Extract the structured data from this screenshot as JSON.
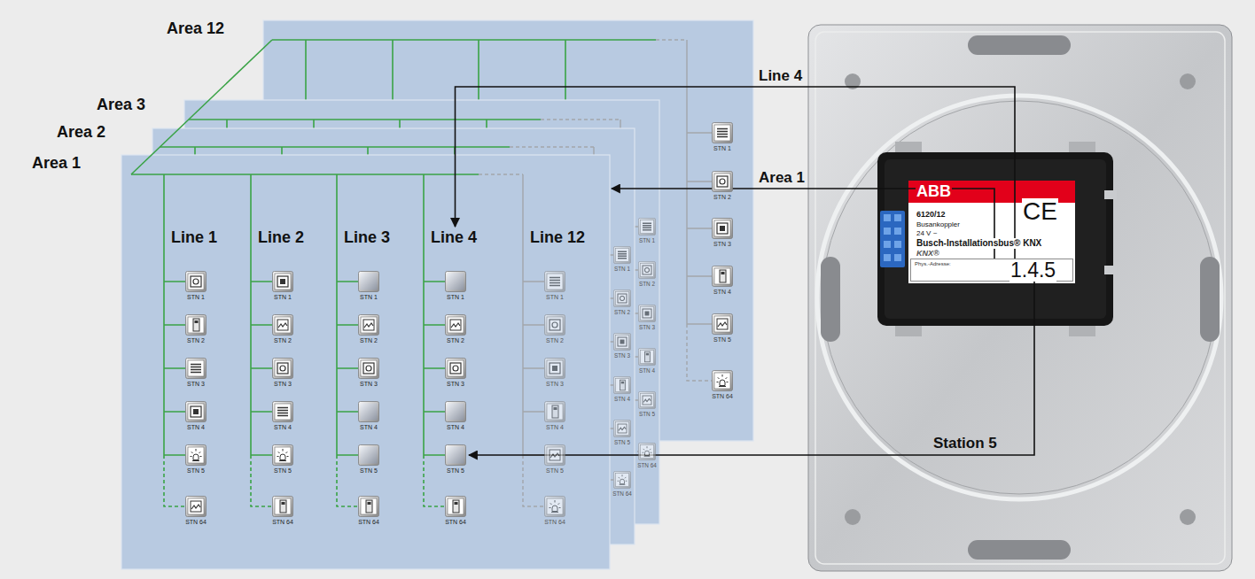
{
  "diagram": {
    "nodes": [
      {
        "text": [
          "Area 12"
        ]
      },
      {
        "text": [
          "STN 1"
        ],
        "in": 0
      },
      {
        "text": [
          "STN 2"
        ],
        "in": 0
      },
      {
        "text": [
          "STN 3"
        ],
        "in": 0
      },
      {
        "text": [
          "STN 4"
        ],
        "in": 0
      },
      {
        "text": [
          "STN 5"
        ],
        "in": 0
      },
      {
        "text": [
          "STN 64"
        ],
        "in": 0
      },
      {
        "text": [
          "Area 3"
        ]
      },
      {
        "text": [
          "STN 1"
        ],
        "in": 7
      },
      {
        "text": [
          "STN 2"
        ],
        "in": 7
      },
      {
        "text": [
          "STN 3"
        ],
        "in": 7
      },
      {
        "text": [
          "STN 4"
        ],
        "in": 7
      },
      {
        "text": [
          "STN 5"
        ],
        "in": 7
      },
      {
        "text": [
          "STN 64"
        ],
        "in": 7
      },
      {
        "text": [
          "Area 2"
        ]
      },
      {
        "text": [
          "STN 1"
        ],
        "in": 14
      },
      {
        "text": [
          "STN 2"
        ],
        "in": 14
      },
      {
        "text": [
          "STN 3"
        ],
        "in": 14
      },
      {
        "text": [
          "STN 4"
        ],
        "in": 14
      },
      {
        "text": [
          "STN 5"
        ],
        "in": 14
      },
      {
        "text": [
          "STN 64"
        ],
        "in": 14
      },
      {
        "text": [
          "Area 1"
        ]
      },
      {
        "text": [
          "Line 1"
        ],
        "in": 21
      },
      {
        "text": [
          "STN 1"
        ],
        "in": 22
      },
      {
        "text": [
          "STN 2"
        ],
        "in": 22
      },
      {
        "text": [
          "STN 3"
        ],
        "in": 22
      },
      {
        "text": [
          "STN 4"
        ],
        "in": 22
      },
      {
        "text": [
          "STN 5"
        ],
        "in": 22
      },
      {
        "text": [
          "STN 64"
        ],
        "in": 22
      },
      {
        "text": [
          "Line 2"
        ],
        "in": 21
      },
      {
        "text": [
          "STN 1"
        ],
        "in": 29
      },
      {
        "text": [
          "STN 2"
        ],
        "in": 29
      },
      {
        "text": [
          "STN 3"
        ],
        "in": 29
      },
      {
        "text": [
          "STN 4"
        ],
        "in": 29
      },
      {
        "text": [
          "STN 5"
        ],
        "in": 29
      },
      {
        "text": [
          "STN 64"
        ],
        "in": 29
      },
      {
        "text": [
          "Line 3"
        ],
        "in": 21
      },
      {
        "text": [
          "STN 1"
        ],
        "in": 36
      },
      {
        "text": [
          "STN 2"
        ],
        "in": 36
      },
      {
        "text": [
          "STN 3"
        ],
        "in": 36
      },
      {
        "text": [
          "STN 4"
        ],
        "in": 36
      },
      {
        "text": [
          "STN 5"
        ],
        "in": 36
      },
      {
        "text": [
          "STN 64"
        ],
        "in": 36
      },
      {
        "text": [
          "Line 4"
        ],
        "in": 21
      },
      {
        "text": [
          "STN 1"
        ],
        "in": 43
      },
      {
        "text": [
          "STN 2"
        ],
        "in": 43
      },
      {
        "text": [
          "STN 3"
        ],
        "in": 43
      },
      {
        "text": [
          "STN 4"
        ],
        "in": 43
      },
      {
        "text": [
          "STN 5"
        ],
        "in": 43
      },
      {
        "text": [
          "STN 64"
        ],
        "in": 43
      },
      {
        "text": [
          "Line 12"
        ],
        "in": 21
      },
      {
        "text": [
          "STN 1"
        ],
        "in": 50
      },
      {
        "text": [
          "STN 2"
        ],
        "in": 50
      },
      {
        "text": [
          "STN 3"
        ],
        "in": 50
      },
      {
        "text": [
          "STN 4"
        ],
        "in": 50
      },
      {
        "text": [
          "STN 5"
        ],
        "in": 50
      },
      {
        "text": [
          "STN 64"
        ],
        "in": 50
      },
      {
        "text": [
          "ABB",
          "6120/12",
          "Busankoppler",
          "24 V ~",
          "CE",
          "Busch-Installationsbus® KNX",
          "KNX®"
        ]
      },
      {
        "text": [
          "Phys.-Adresse:",
          "1.4.5"
        ],
        "in": 57
      }
    ],
    "edges": [
      {
        "from": 58,
        "to": 43,
        "label": "Line 4",
        "arrow": "to"
      },
      {
        "from": 58,
        "to": 21,
        "label": "Area 1",
        "arrow": "to"
      },
      {
        "from": 58,
        "to": 48,
        "label": "Station 5",
        "arrow": "to"
      }
    ]
  }
}
